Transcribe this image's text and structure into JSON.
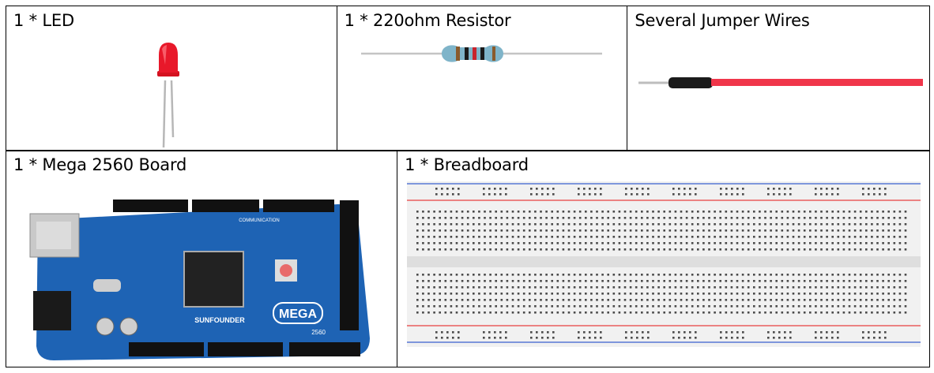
{
  "components": {
    "led": {
      "label": "1 * LED"
    },
    "resistor": {
      "label": "1 * 220ohm Resistor"
    },
    "jumper_wires": {
      "label": "Several Jumper Wires"
    },
    "mega_board": {
      "label": "1 * Mega 2560 Board",
      "board_text": "MEGA",
      "board_model": "2560",
      "brand": "SUNFOUNDER",
      "header_text": "COMMUNICATION"
    },
    "breadboard": {
      "label": "1 * Breadboard"
    }
  },
  "colors": {
    "led_red": "#e8182a",
    "wire_red": "#f0364a",
    "board_blue": "#1e63b4",
    "breadboard_bg": "#f1f1f1",
    "rail_red": "#e84040",
    "rail_blue": "#3a5fd0"
  }
}
